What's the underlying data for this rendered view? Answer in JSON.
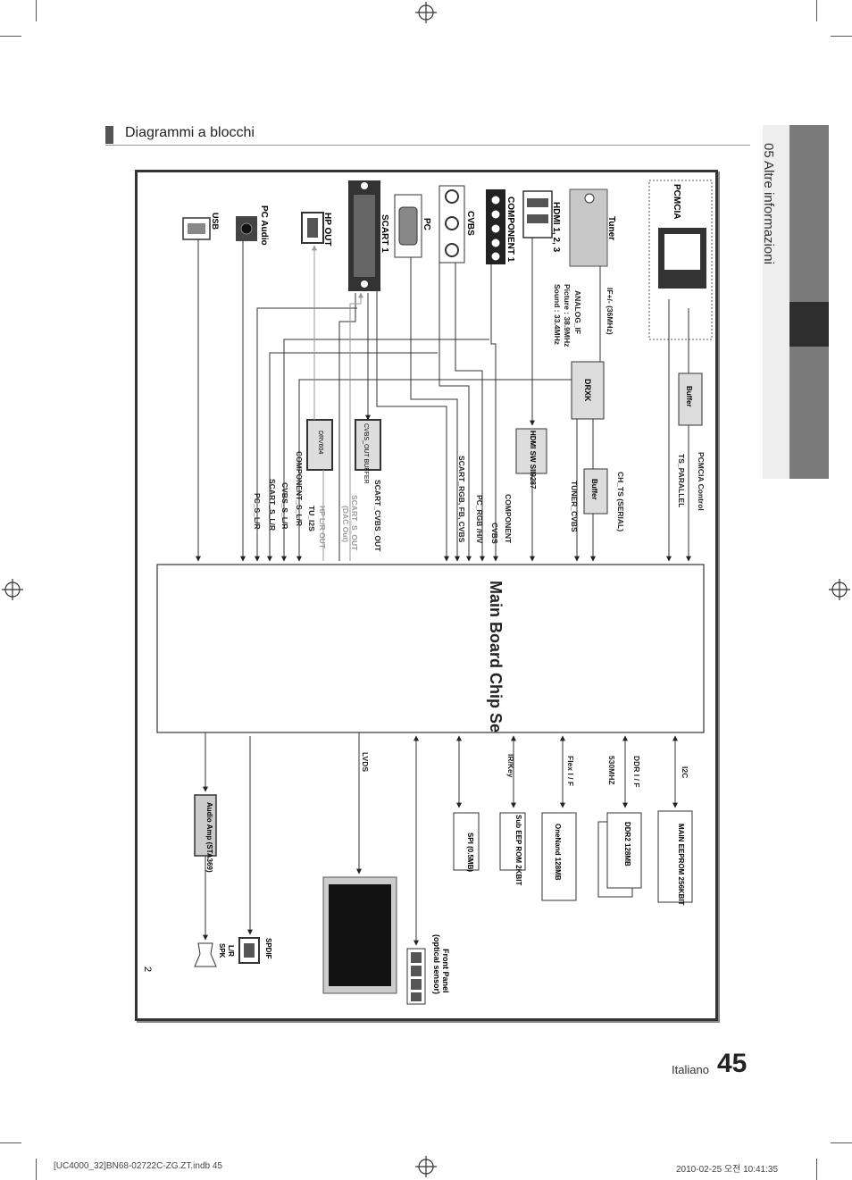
{
  "header": {
    "section_title": "Diagrammi a blocchi"
  },
  "side_tab": {
    "chapter_label": "05   Altre informazioni"
  },
  "footer": {
    "language": "Italiano",
    "page_number": "45",
    "file_info": "[UC4000_32]BN68-02722C-ZG.ZT.indb   45",
    "print_date": "2010-02-25   오전 10:41:35"
  },
  "diagram": {
    "main_chip": "Main Board Chip Se",
    "small_number": "2",
    "inputs": {
      "pcmcia": "PCMCIA",
      "tuner": "Tuner",
      "hdmi": "HDMI 1, 2, 3",
      "component": "COMPONENT 1",
      "cvbs": "CVBS",
      "pc": "PC",
      "scart": "SCART 1",
      "hp_out": "HP OUT",
      "pc_audio": "PC Audio",
      "usb": "USB"
    },
    "blocks": {
      "buffer_top": "Buffer",
      "drxk": "DRXK",
      "buffer_mid": "Buffer",
      "hdmi_sw": "HDMI SW SII9287",
      "cvbs_out_buffer": "CVBS_OUT BUFFER",
      "drv": "DRV604",
      "main_eeprom": "MAIN EEPROM 256KBIT",
      "ddr2": "DDR2 128MB",
      "onenand": "OneNand 128MB",
      "sub_eeprom": "Sub EEP ROM 2KBIT",
      "spi": "SPI (0.5MB)",
      "audio_amp": "Audio Amp (STA369)"
    },
    "signals": {
      "if": "IF+/- (36MHz)",
      "analog_if": "ANALOG_IF",
      "picture": "Picture : 38.9MHz",
      "sound": "Sound : 33.4MHz",
      "pcmcia_control": "PCMCIA Control",
      "ts_parallel": "TS_PARALLEL",
      "ch_ts": "CH_TS (SERIAL)",
      "tuner_cvbs": "TUNER_CVBS",
      "component": "COMPONENT",
      "cvbs": "CVBS",
      "pc_rgb": "PC_RGB /H/V",
      "scart_rgb": "SCART_RGB, FB, CVBS",
      "scart_cvbs_out": "SCART_CVBS_OUT",
      "scart_s_out": "SCART_S_OUT",
      "dac_out": "(DAC Out)",
      "hp_lr_out": "HP L/R OUT",
      "tu_i2s": "TU_I2S",
      "component_s_lr": "COMPONENT_S_L/R",
      "cvbs_s_lr": "CVBS_S_L/R",
      "scart_s_lr": "SCART_S_L/R",
      "pc_s_lr": "PC_S_L/R",
      "i2c": "I2C",
      "ddr_if": "DDR I / F",
      "ddr_freq": "530MHZ",
      "flex_if": "Flex I / F",
      "ir_key": "IR/Key",
      "lvds": "LVDS"
    },
    "outputs": {
      "front_panel": "Front Panel",
      "optical_sensor": "(optical sensor)",
      "spdif": "SPDIF",
      "lr": "L/R",
      "spk": "SPK"
    }
  },
  "colors": {
    "line": "#333333",
    "gray_signal": "#9a9a9a",
    "side_tab": "#7a7a7a",
    "side_tab_dark": "#2e2e2e"
  }
}
